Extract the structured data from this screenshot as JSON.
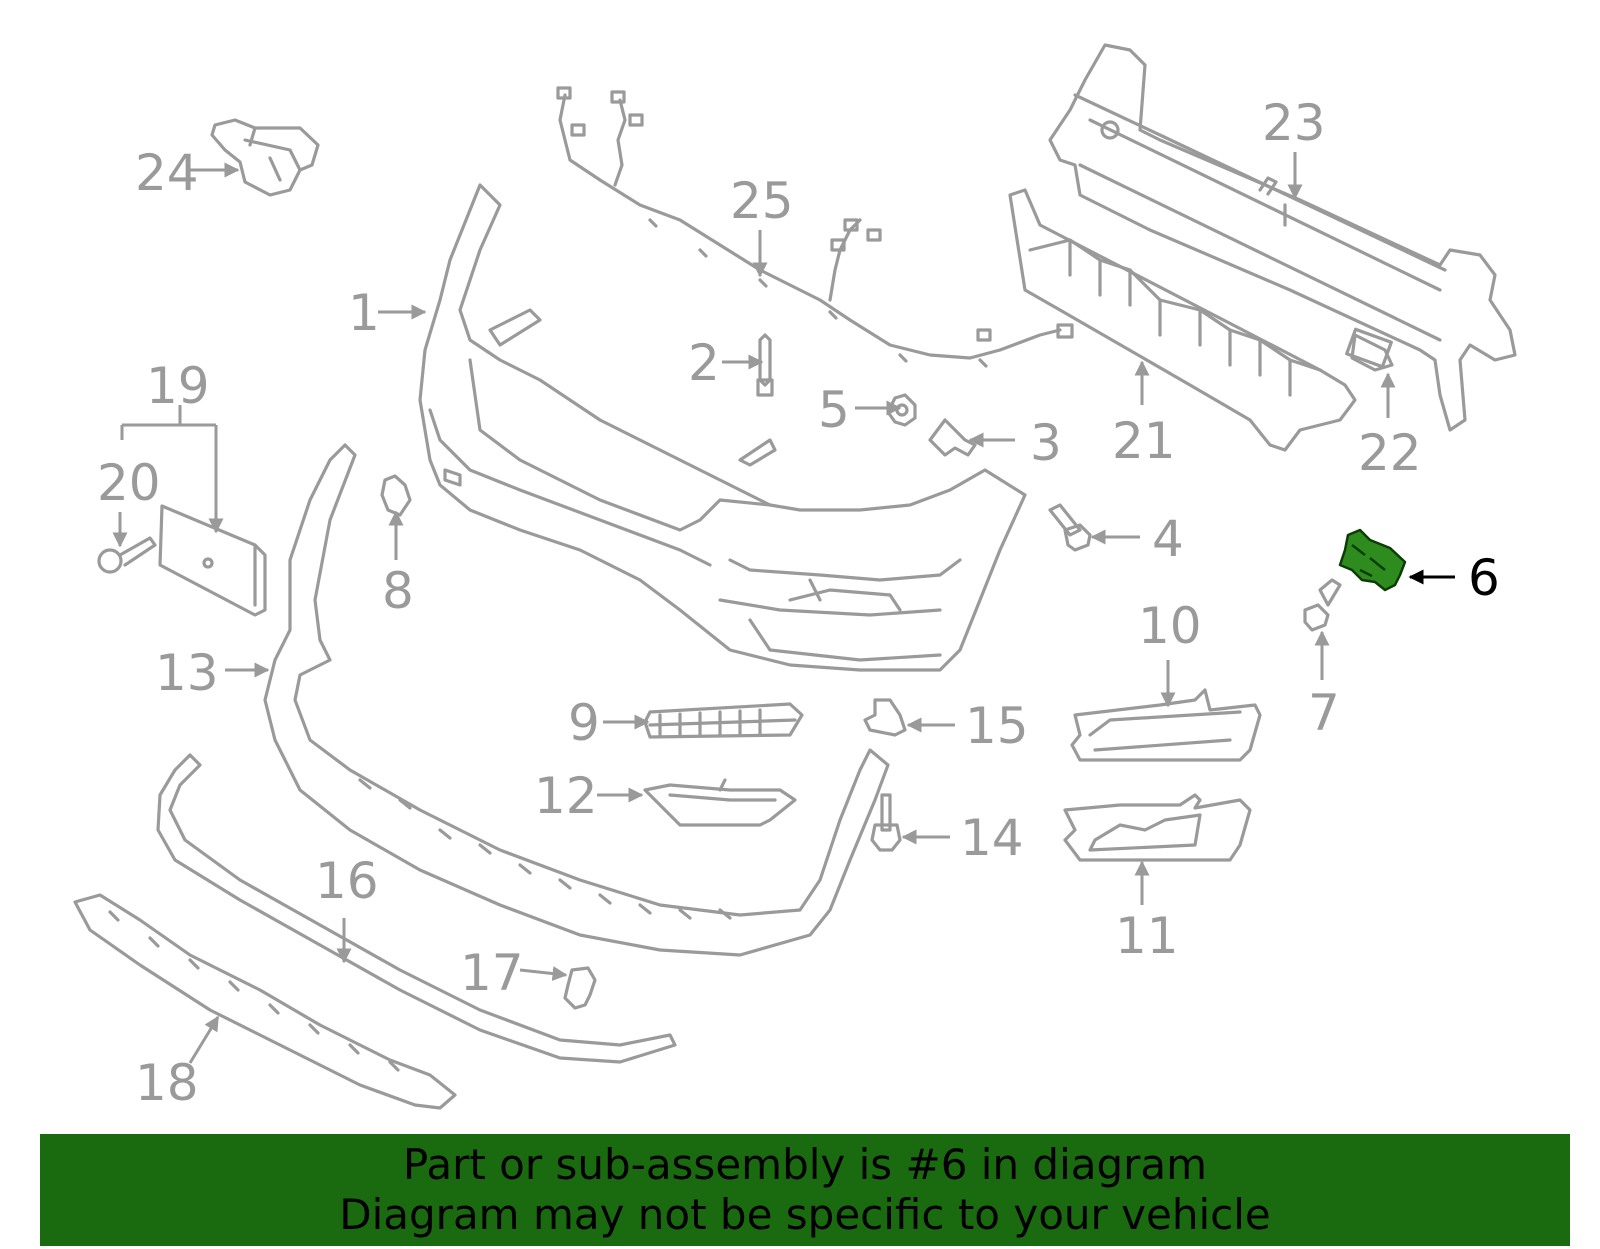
{
  "diagram": {
    "highlighted_part": "6",
    "highlight_color": "#2e8b1e",
    "banner_color": "#1a6b0f",
    "callouts": {
      "c1": "1",
      "c2": "2",
      "c3": "3",
      "c4": "4",
      "c5": "5",
      "c6": "6",
      "c7": "7",
      "c8": "8",
      "c9": "9",
      "c10": "10",
      "c11": "11",
      "c12": "12",
      "c13": "13",
      "c14": "14",
      "c15": "15",
      "c16": "16",
      "c17": "17",
      "c18": "18",
      "c19": "19",
      "c20": "20",
      "c21": "21",
      "c22": "22",
      "c23": "23",
      "c24": "24",
      "c25": "25"
    }
  },
  "banner": {
    "line1": "Part or sub-assembly is #6 in diagram",
    "line2": "Diagram may not be specific to your vehicle"
  }
}
